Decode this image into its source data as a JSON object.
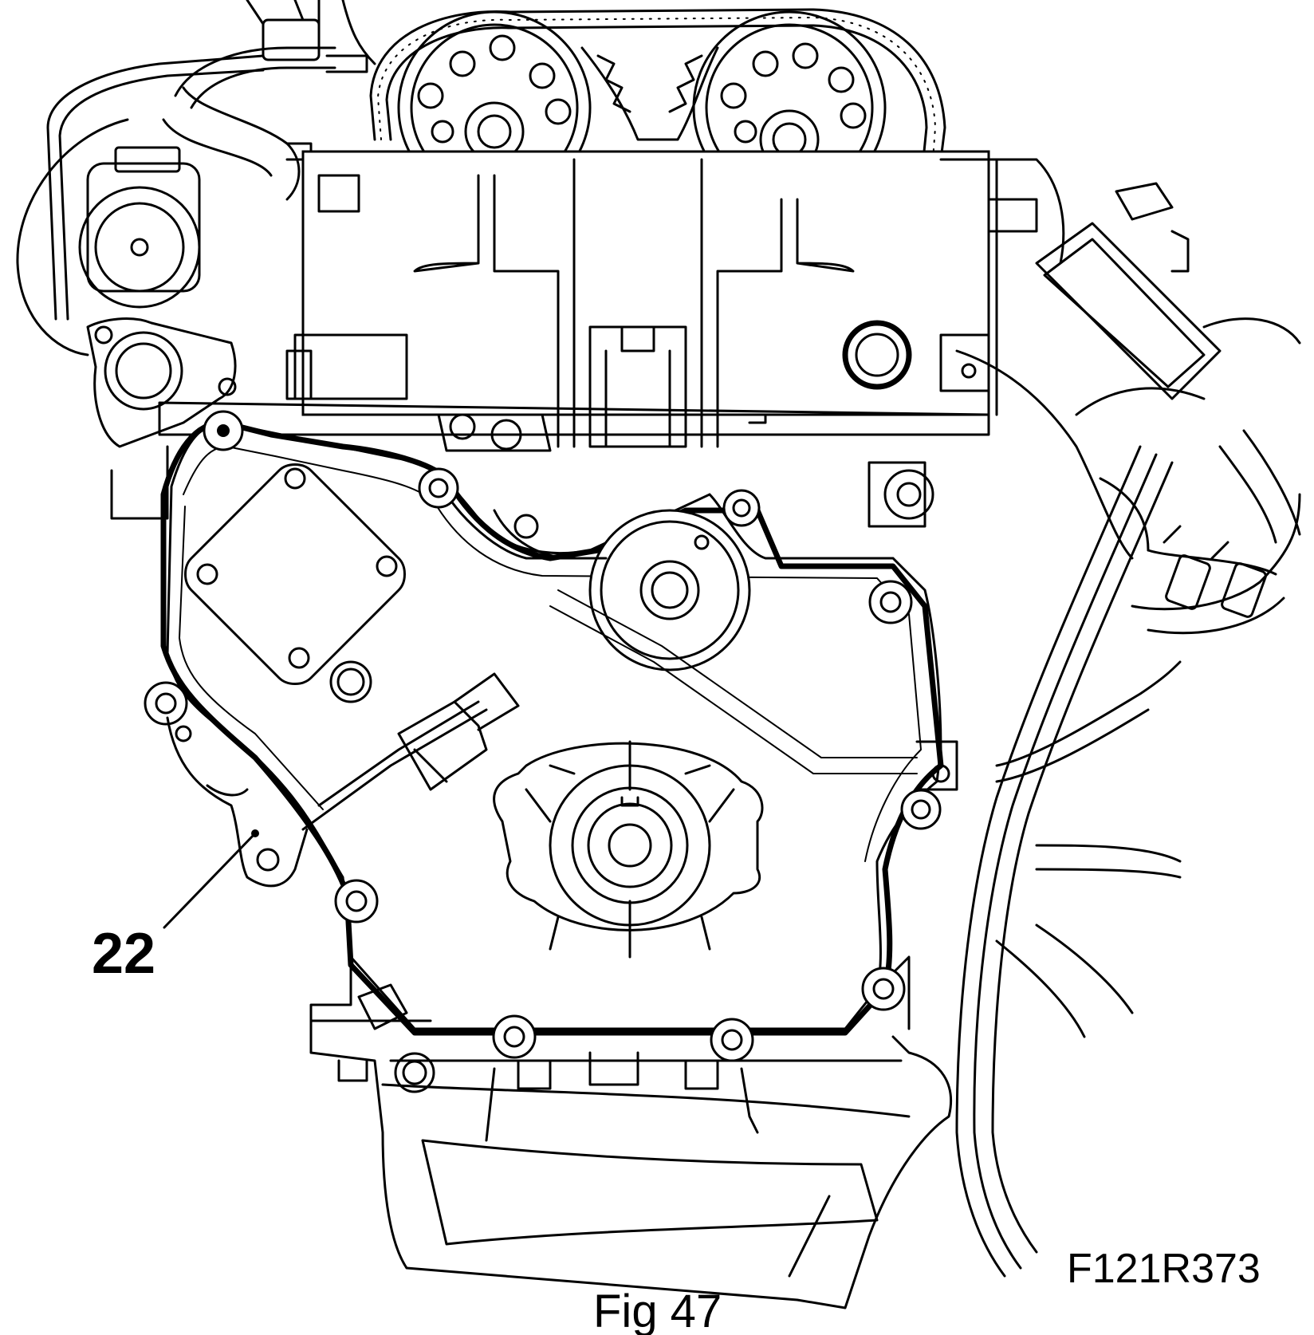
{
  "figure": {
    "callout_number": "22",
    "drawing_code": "F121R373",
    "caption": "Fig 47"
  }
}
